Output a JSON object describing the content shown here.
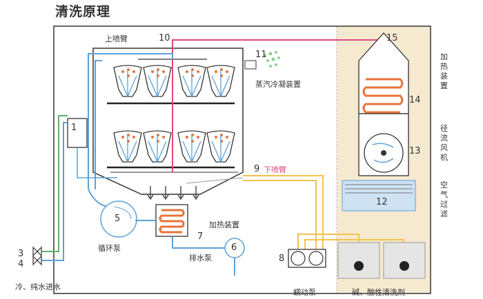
{
  "title": "清洗原理",
  "labels": {
    "upper_spray_arm": "上喷臂",
    "steam_condenser": "蒸汽冷凝装置",
    "lower_spray_arm": "下喷臂",
    "heating_device": "加热装置",
    "circulation_pump": "循环泵",
    "drain_pump": "排水泵",
    "water_inlet": "冷、纯水进水",
    "peristaltic_pump": "蠕动泵",
    "detergent": "碱、酸性清洗剂",
    "heating_unit_vertical": "加热装置",
    "radial_fan_vertical": "径流风机",
    "air_filter_vertical": "空气过滤"
  },
  "numbers": {
    "n1": "1",
    "n3": "3",
    "n4": "4",
    "n5": "5",
    "n6": "6",
    "n7": "7",
    "n8": "8",
    "n9": "9",
    "n10": "10",
    "n11": "11",
    "n12": "12",
    "n13": "13",
    "n14": "14",
    "n15": "15"
  },
  "colors": {
    "blue_pipe": "#5aa0d8",
    "pink_pipe": "#e0457e",
    "yellow_pipe": "#f3c24e",
    "heater_orange": "#e8733a",
    "dryer_bg": "#f5ead0",
    "green_pipe": "#5fae6a"
  }
}
